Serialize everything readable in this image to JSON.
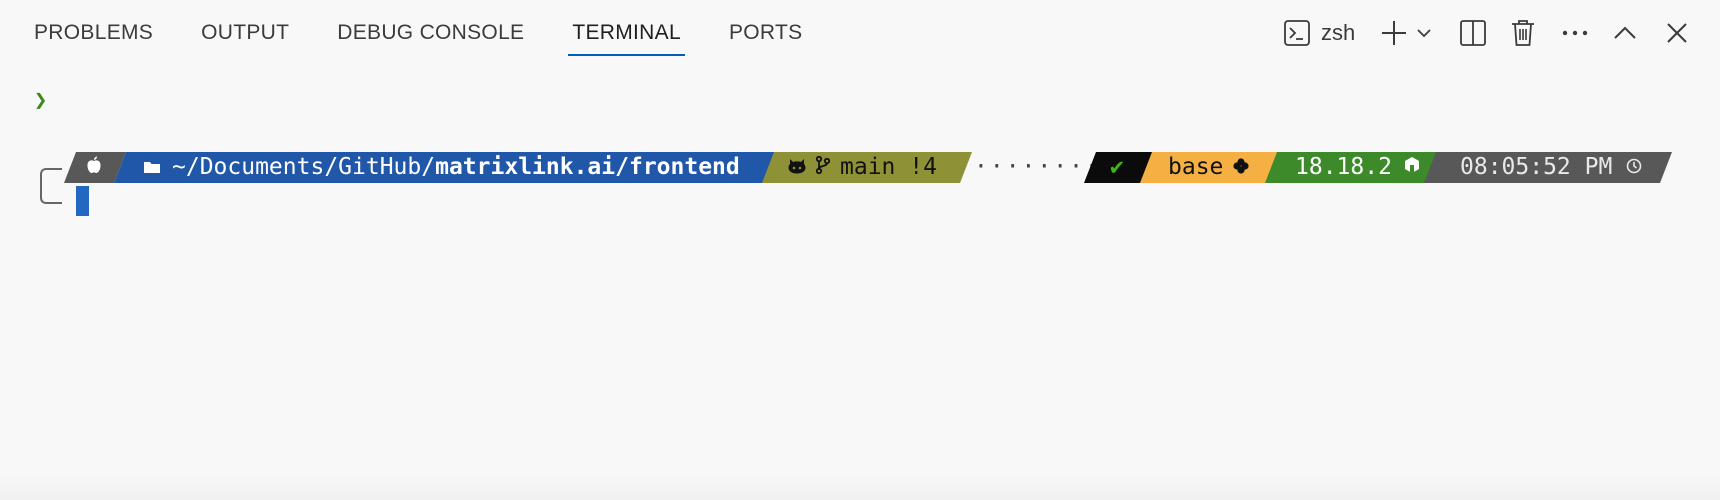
{
  "tabs": [
    {
      "label": "PROBLEMS"
    },
    {
      "label": "OUTPUT"
    },
    {
      "label": "DEBUG CONSOLE"
    },
    {
      "label": "TERMINAL"
    },
    {
      "label": "PORTS"
    }
  ],
  "active_tab": "TERMINAL",
  "actions": {
    "shell_label": "zsh",
    "shell_icon": "terminal-icon",
    "new_icon": "plus-icon",
    "dropdown_icon": "chevron-down-icon",
    "split_icon": "split-editor-icon",
    "kill_icon": "trash-icon",
    "more_icon": "ellipsis-icon",
    "maximize_icon": "chevron-up-icon",
    "close_icon": "close-icon"
  },
  "terminal": {
    "prompt_char": "❯",
    "path_prefix": "~/Documents/GitHub/",
    "path_bold": "matrixlink.ai/frontend",
    "git_branch": "main",
    "git_status": "!4",
    "filler": "········",
    "status_mark": "✔",
    "env_name": "base",
    "node_version": "18.18.2",
    "time": "08:05:52 PM"
  },
  "colors": {
    "accent_tab_underline": "#005fb8",
    "path_segment": "#2057a8",
    "git_segment": "#8f9136",
    "env_segment": "#f5b043",
    "node_segment": "#3d8a2a",
    "time_segment": "#585858",
    "os_segment": "#585858",
    "status_segment": "#0b0b0b",
    "cursor": "#2467c0"
  }
}
